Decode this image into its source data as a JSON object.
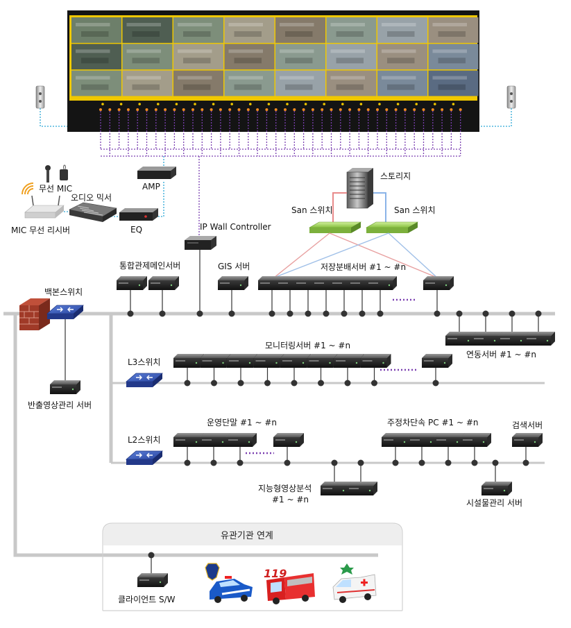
{
  "labels": {
    "wireless_mic": "무선 MIC",
    "audio_mixer": "오디오 믹서",
    "amp": "AMP",
    "eq": "EQ",
    "mic_receiver": "MIC 무선 리시버",
    "ip_wall_controller": "IP Wall Controller",
    "storage": "스토리지",
    "san_switch_left": "San 스위치",
    "san_switch_right": "San 스위치",
    "integrated_main_server": "통합관제메인서버",
    "gis_server": "GIS 서버",
    "storage_dist_server": "저장분배서버 #1 ~ #n",
    "backbone_switch": "백본스위치",
    "linkage_server": "연동서버 #1 ~ #n",
    "monitoring_server": "모니터링서버 #1 ~ #n",
    "l3_switch": "L3스위치",
    "export_video_server": "반출영상관리 서버",
    "operation_terminal": "운영단말 #1 ~ #n",
    "parking_pc": "주정차단속 PC #1 ~ #n",
    "search_server": "검색서버",
    "l2_switch": "L2스위치",
    "intelligent_analysis_1": "지능형영상분석",
    "intelligent_analysis_2": "#1 ~ #n",
    "facility_server": "시설물관리 서버",
    "agency_title": "유관기관 연계",
    "client_sw": "클라이언트 S/W",
    "fire_badge": "119"
  },
  "icons": {
    "speaker": "speaker-icon",
    "server": "server-icon",
    "switch": "network-switch-icon",
    "firewall": "firewall-icon",
    "storage": "storage-tower-icon",
    "police": "police-car-icon",
    "fire": "fire-truck-icon",
    "ambulance": "ambulance-icon"
  },
  "colors": {
    "backbone": "#c8c8c8",
    "purple_link": "#7a3fb0",
    "cyan_link": "#2aa6d6",
    "video_wall_frame": "#f0c800",
    "video_wall_body": "#141414",
    "switch_blue": "#3456b4",
    "san_green": "#a8d86a",
    "red_link": "#e88a8a",
    "blue_link": "#8ab4e8"
  }
}
